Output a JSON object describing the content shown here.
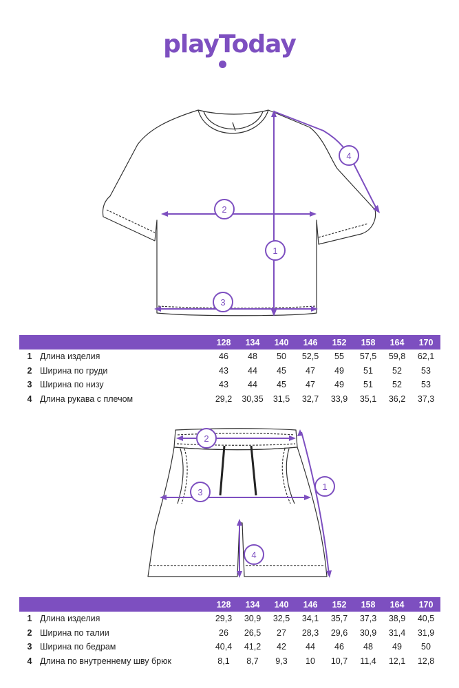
{
  "brand": {
    "logo_text": "playToday",
    "accent_color": "#7d4fc0"
  },
  "tshirt": {
    "markers": [
      "1",
      "2",
      "3",
      "4"
    ],
    "table": {
      "sizes": [
        "128",
        "134",
        "140",
        "146",
        "152",
        "158",
        "164",
        "170"
      ],
      "rows": [
        {
          "num": "1",
          "label": "Длина изделия",
          "values": [
            "46",
            "48",
            "50",
            "52,5",
            "55",
            "57,5",
            "59,8",
            "62,1"
          ]
        },
        {
          "num": "2",
          "label": "Ширина по груди",
          "values": [
            "43",
            "44",
            "45",
            "47",
            "49",
            "51",
            "52",
            "53"
          ]
        },
        {
          "num": "3",
          "label": "Ширина по низу",
          "values": [
            "43",
            "44",
            "45",
            "47",
            "49",
            "51",
            "52",
            "53"
          ]
        },
        {
          "num": "4",
          "label": "Длина рукава с плечом",
          "values": [
            "29,2",
            "30,35",
            "31,5",
            "32,7",
            "33,9",
            "35,1",
            "36,2",
            "37,3"
          ]
        }
      ]
    }
  },
  "shorts": {
    "markers": [
      "1",
      "2",
      "3",
      "4"
    ],
    "table": {
      "sizes": [
        "128",
        "134",
        "140",
        "146",
        "152",
        "158",
        "164",
        "170"
      ],
      "rows": [
        {
          "num": "1",
          "label": "Длина изделия",
          "values": [
            "29,3",
            "30,9",
            "32,5",
            "34,1",
            "35,7",
            "37,3",
            "38,9",
            "40,5"
          ]
        },
        {
          "num": "2",
          "label": "Ширина по талии",
          "values": [
            "26",
            "26,5",
            "27",
            "28,3",
            "29,6",
            "30,9",
            "31,4",
            "31,9"
          ]
        },
        {
          "num": "3",
          "label": "Ширина по бедрам",
          "values": [
            "40,4",
            "41,2",
            "42",
            "44",
            "46",
            "48",
            "49",
            "50"
          ]
        },
        {
          "num": "4",
          "label": "Длина по внутреннему шву брюк",
          "values": [
            "8,1",
            "8,7",
            "9,3",
            "10",
            "10,7",
            "11,4",
            "12,1",
            "12,8"
          ]
        }
      ]
    }
  }
}
